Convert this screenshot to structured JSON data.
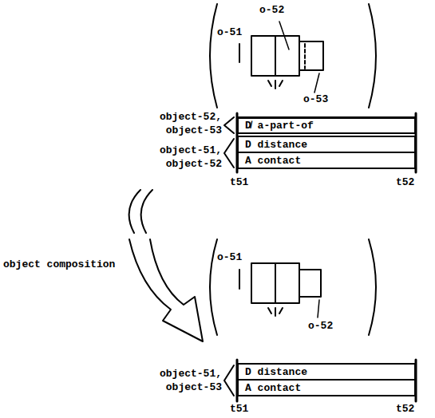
{
  "diagram": {
    "nodes": [
      {
        "text": [
          "D̸ a-part-of"
        ]
      },
      {
        "text": [
          "D distance"
        ]
      },
      {
        "text": [
          "A contact"
        ]
      },
      {
        "text": [
          "D distance"
        ]
      },
      {
        "text": [
          "A contact"
        ]
      }
    ],
    "edges": [],
    "labels": [
      "o-52",
      "o-51",
      "o-53",
      "object-52, object-53",
      "object-51, object-52",
      "t51",
      "t52",
      "object composition",
      "o-51",
      "o-52",
      "object-51, object-53",
      "t51",
      "t52"
    ]
  }
}
